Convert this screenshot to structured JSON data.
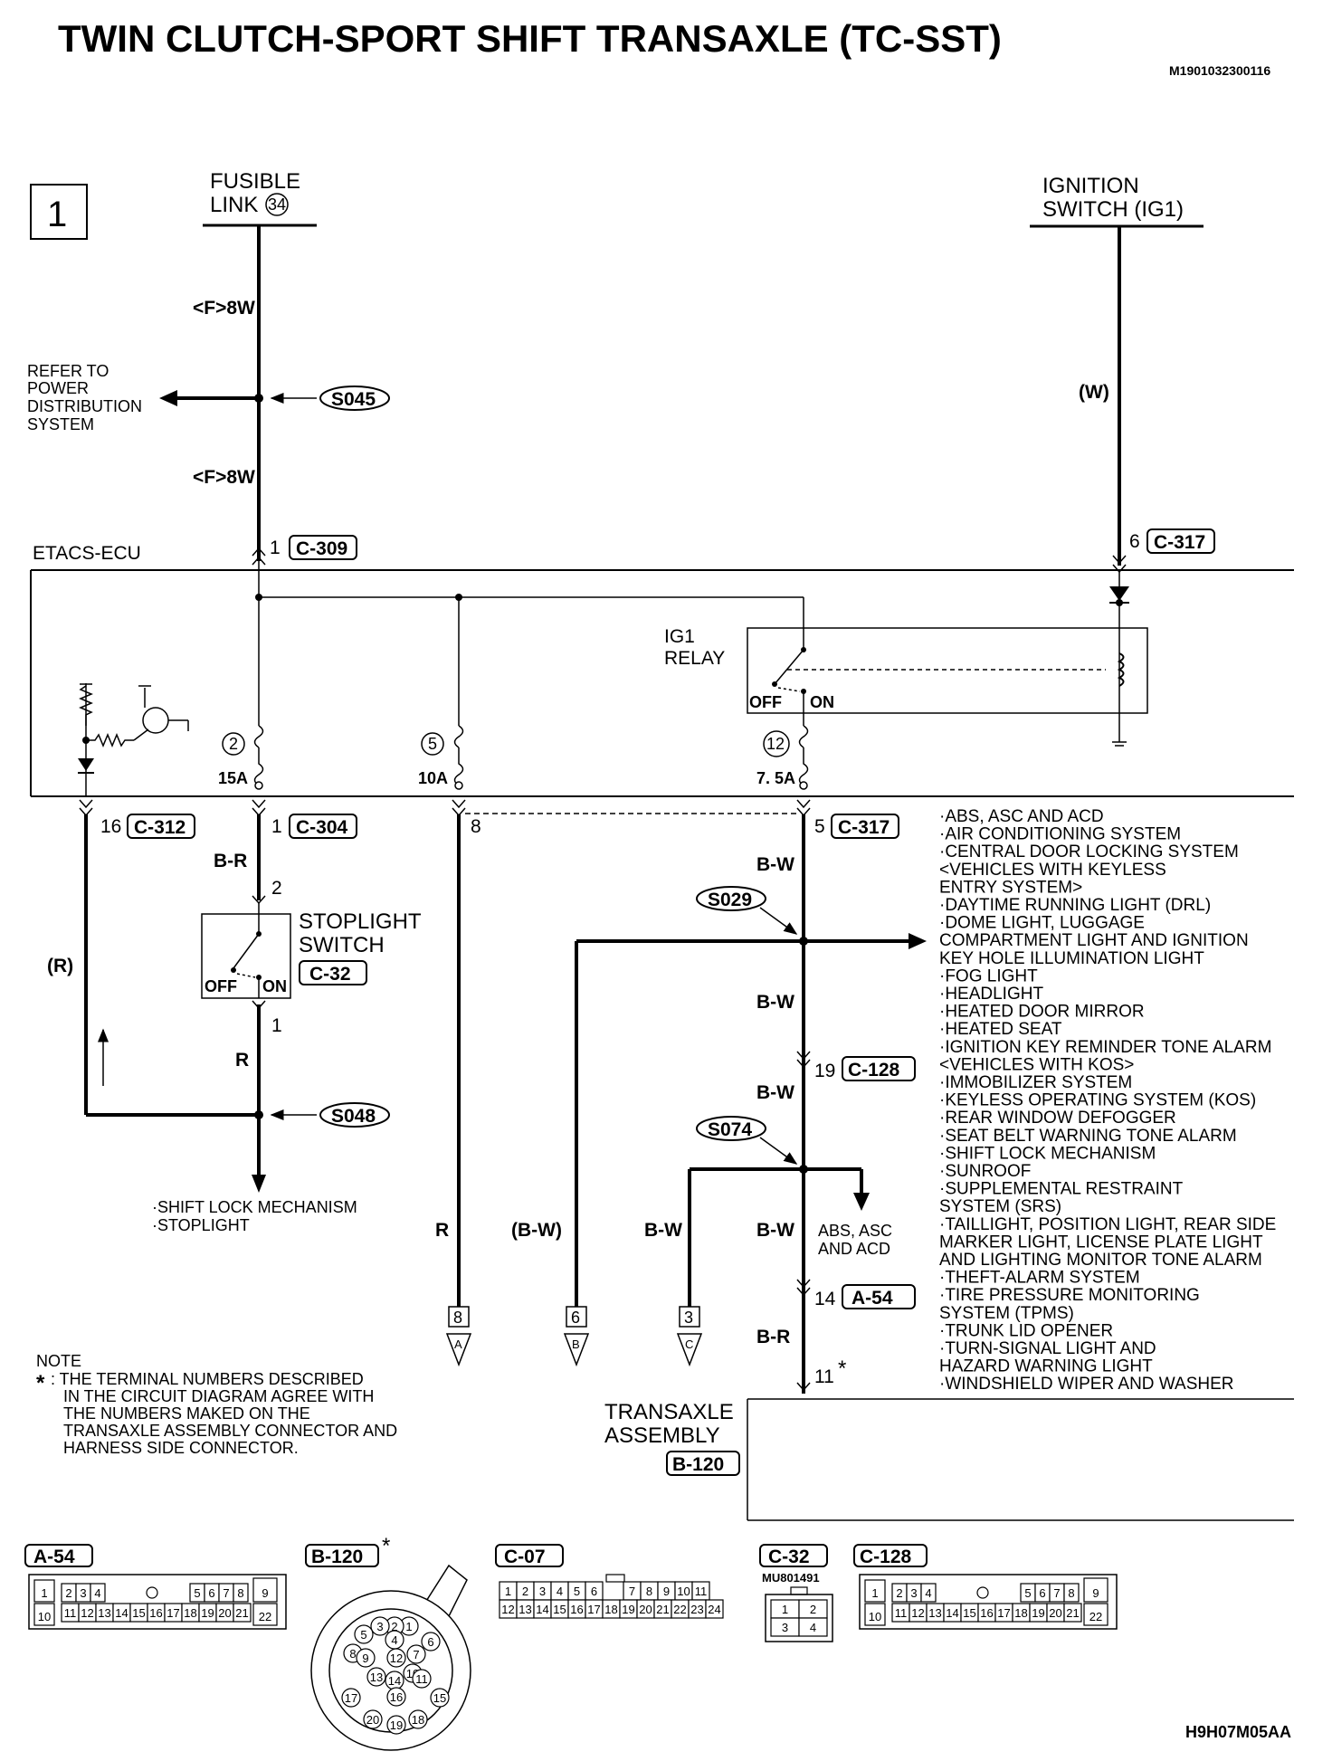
{
  "header": {
    "title": "TWIN CLUTCH-SPORT SHIFT TRANSAXLE (TC-SST)",
    "ref_code": "M1901032300116",
    "page_number": "1",
    "figure_code": "H9H07M05AA"
  },
  "sources": {
    "fusible_link": {
      "line1": "FUSIBLE",
      "line2": "LINK",
      "number": "34"
    },
    "ignition_switch": {
      "line1": "IGNITION",
      "line2": "SWITCH (IG1)"
    }
  },
  "power_distribution": {
    "lines": [
      "REFER TO",
      "POWER",
      "DISTRIBUTION",
      "SYSTEM"
    ]
  },
  "wires": {
    "fw1": "<F>8W",
    "fw2": "<F>8W",
    "w": "(W)",
    "br1": "B-R",
    "r1": "R",
    "r_left": "(R)",
    "bw1": "B-W",
    "bw2": "B-W",
    "bw3": "B-W",
    "r2": "R",
    "bw_paren": "(B-W)",
    "bw_c": "B-W",
    "bw4": "B-W",
    "br2": "B-R"
  },
  "splices": {
    "s045": "S045",
    "s029": "S029",
    "s074": "S074",
    "s048": "S048"
  },
  "ecu": {
    "name": "ETACS-ECU",
    "pin_top_left": "1",
    "conn_top_left": "C-309",
    "pin_top_right": "6",
    "conn_top_right": "C-317",
    "relay_line1": "IG1",
    "relay_line2": "RELAY",
    "relay_off": "OFF",
    "relay_on": "ON",
    "fuses": [
      {
        "num": "2",
        "rating": "15A"
      },
      {
        "num": "5",
        "rating": "10A"
      },
      {
        "num": "12",
        "rating": "7. 5A"
      }
    ],
    "out_pin_16": "16",
    "out_conn_16": "C-312",
    "out_pin_1": "1",
    "out_conn_1": "C-304",
    "out_pin_8": "8",
    "out_pin_5": "5",
    "out_conn_5": "C-317"
  },
  "stoplight_switch": {
    "line1": "STOPLIGHT",
    "line2": "SWITCH",
    "connector": "C-32",
    "pin_in": "2",
    "pin_out": "1",
    "off": "OFF",
    "on": "ON"
  },
  "shift_lock_targets": [
    "·SHIFT LOCK MECHANISM",
    "·STOPLIGHT"
  ],
  "abs_target": [
    "ABS, ASC",
    "AND ACD"
  ],
  "connectors_mid": {
    "pin19": "19",
    "conn19": "C-128",
    "pin14": "14",
    "conn14": "A-54",
    "pin11": "11",
    "star": "*"
  },
  "offpage": [
    {
      "pin": "8",
      "letter": "A"
    },
    {
      "pin": "6",
      "letter": "B"
    },
    {
      "pin": "3",
      "letter": "C"
    }
  ],
  "transaxle": {
    "line1": "TRANSAXLE",
    "line2": "ASSEMBLY",
    "connector": "B-120"
  },
  "loads": [
    "·ABS, ASC AND ACD",
    "·AIR CONDITIONING SYSTEM",
    "·CENTRAL DOOR LOCKING SYSTEM",
    " <VEHICLES WITH KEYLESS",
    " ENTRY SYSTEM>",
    "·DAYTIME RUNNING LIGHT (DRL)",
    "·DOME LIGHT, LUGGAGE",
    " COMPARTMENT LIGHT AND IGNITION",
    " KEY HOLE ILLUMINATION LIGHT",
    "·FOG LIGHT",
    "·HEADLIGHT",
    "·HEATED DOOR MIRROR",
    "·HEATED SEAT",
    "·IGNITION KEY REMINDER TONE ALARM",
    " <VEHICLES WITH KOS>",
    "·IMMOBILIZER SYSTEM",
    "·KEYLESS OPERATING SYSTEM (KOS)",
    "·REAR WINDOW DEFOGGER",
    "·SEAT BELT WARNING TONE ALARM",
    "·SHIFT LOCK MECHANISM",
    "·SUNROOF",
    "·SUPPLEMENTAL RESTRAINT",
    " SYSTEM (SRS)",
    "·TAILLIGHT, POSITION LIGHT, REAR SIDE",
    " MARKER LIGHT, LICENSE PLATE LIGHT",
    " AND LIGHTING MONITOR TONE ALARM",
    "·THEFT-ALARM SYSTEM",
    "·TIRE PRESSURE MONITORING",
    " SYSTEM (TPMS)",
    "·TRUNK LID OPENER",
    "·TURN-SIGNAL LIGHT AND",
    " HAZARD WARNING LIGHT",
    "·WINDSHIELD WIPER AND WASHER"
  ],
  "note": {
    "heading": "NOTE",
    "star": "*",
    "lines": [
      ": THE TERMINAL NUMBERS DESCRIBED",
      "IN THE CIRCUIT DIAGRAM AGREE WITH",
      "THE NUMBERS MAKED ON THE",
      "TRANSAXLE ASSEMBLY CONNECTOR AND",
      "HARNESS SIDE CONNECTOR."
    ]
  },
  "connector_views": {
    "a54": {
      "label": "A-54",
      "row1a": [
        "1"
      ],
      "row1b": [
        "2",
        "3",
        "4"
      ],
      "row1c": [
        "5",
        "6",
        "7",
        "8"
      ],
      "row1d": [
        "9"
      ],
      "row2a": [
        "10"
      ],
      "row2b": [
        "11",
        "12",
        "13",
        "14",
        "15",
        "16",
        "17",
        "18",
        "19",
        "20",
        "21"
      ],
      "row2c": [
        "22"
      ]
    },
    "b120": {
      "label": "B-120",
      "star": "*",
      "pins": [
        "1",
        "2",
        "3",
        "4",
        "5",
        "6",
        "7",
        "8",
        "9",
        "10",
        "11",
        "12",
        "13",
        "14",
        "15",
        "16",
        "17",
        "18",
        "19",
        "20"
      ]
    },
    "c07": {
      "label": "C-07",
      "row1a": [
        "1",
        "2",
        "3",
        "4",
        "5",
        "6"
      ],
      "row1b": [
        "7",
        "8",
        "9",
        "10",
        "11"
      ],
      "row2": [
        "12",
        "13",
        "14",
        "15",
        "16",
        "17",
        "18",
        "19",
        "20",
        "21",
        "22",
        "23",
        "24"
      ]
    },
    "c32": {
      "label": "C-32",
      "part": "MU801491",
      "pins": [
        "1",
        "2",
        "3",
        "4"
      ]
    },
    "c128": {
      "label": "C-128",
      "row1a": [
        "1"
      ],
      "row1b": [
        "2",
        "3",
        "4"
      ],
      "row1c": [
        "5",
        "6",
        "7",
        "8"
      ],
      "row1d": [
        "9"
      ],
      "row2a": [
        "10"
      ],
      "row2b": [
        "11",
        "12",
        "13",
        "14",
        "15",
        "16",
        "17",
        "18",
        "19",
        "20",
        "21"
      ],
      "row2c": [
        "22"
      ]
    }
  }
}
